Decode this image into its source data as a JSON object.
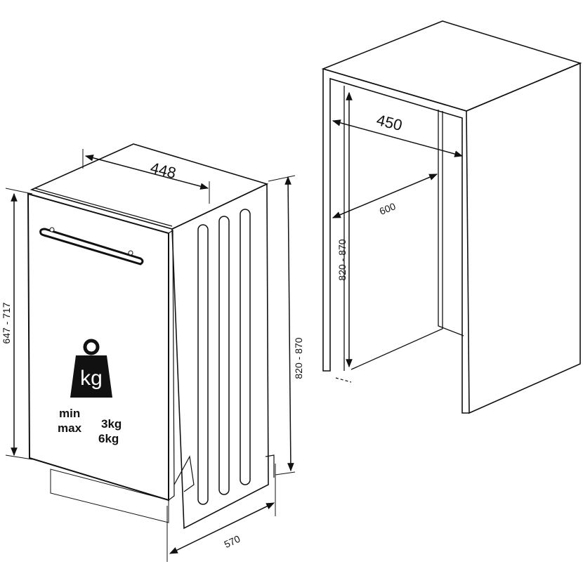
{
  "dishwasher": {
    "depth": "570",
    "height": "820 - 870",
    "door_height": "647 - 717",
    "width": "448",
    "weight_icon_label": "kg",
    "min_label": "min",
    "max_label": "max",
    "min_weight": "3kg",
    "max_weight": "6kg"
  },
  "niche": {
    "width": "450",
    "depth": "600",
    "height": "820 - 870"
  },
  "colors": {
    "line": "#111111",
    "fill": "#ffffff"
  }
}
